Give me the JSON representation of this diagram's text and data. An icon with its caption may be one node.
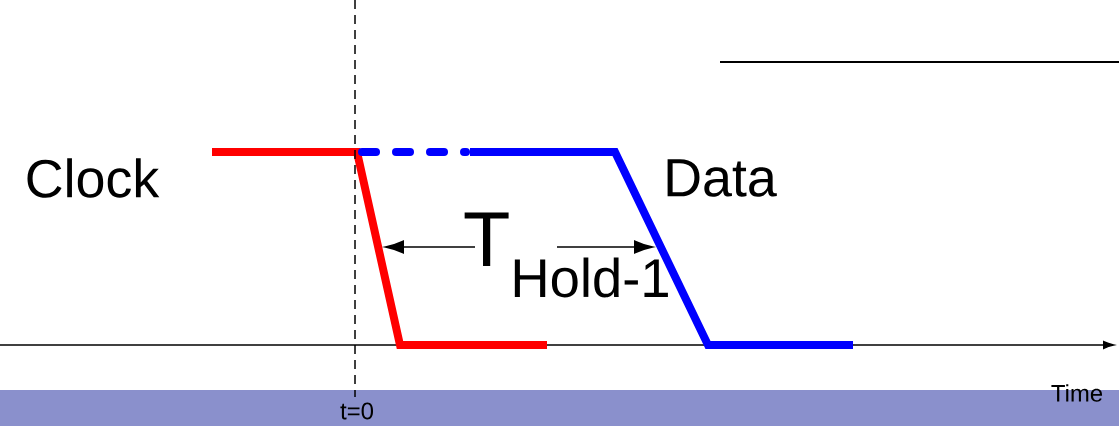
{
  "diagram": {
    "labels": [
      "Clock",
      "Data",
      "T$_{Hold-1}$",
      "t=0",
      "Time"
    ]
  }
}
